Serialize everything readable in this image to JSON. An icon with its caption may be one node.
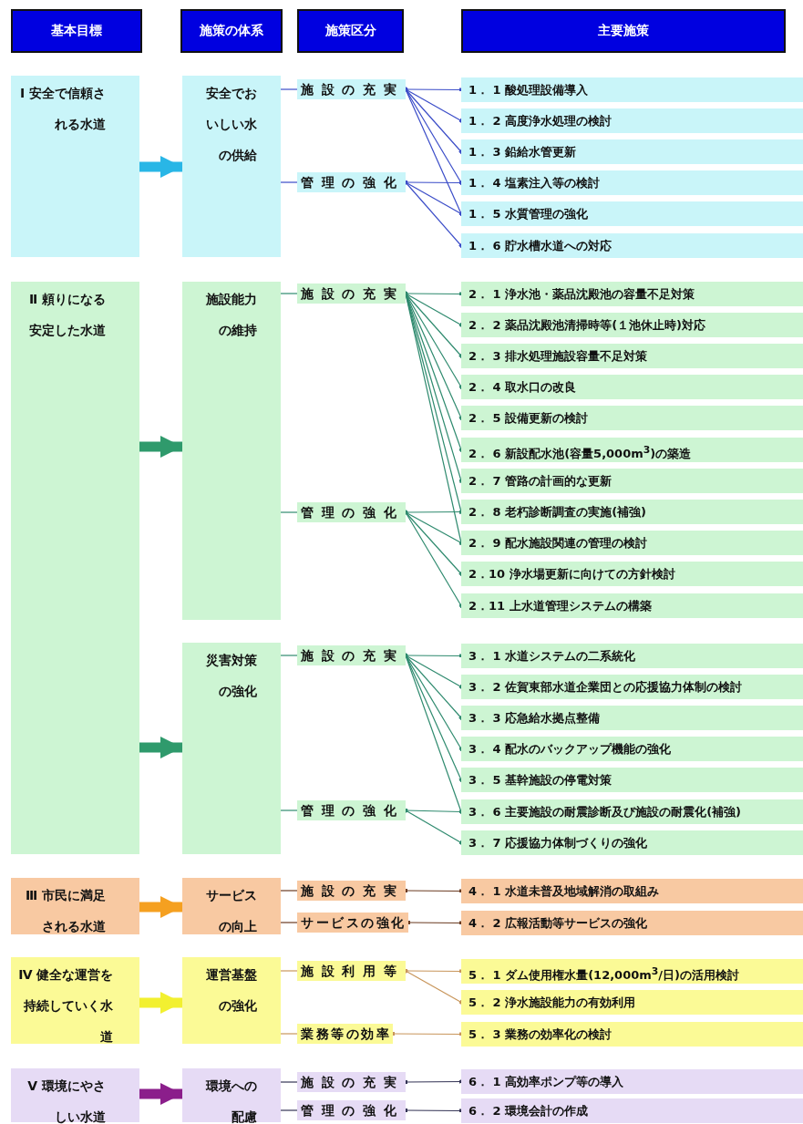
{
  "diagram": {
    "nodes": [
      {
        "text": [
          "基本目標"
        ]
      },
      {
        "text": [
          "施策の体系"
        ]
      },
      {
        "text": [
          "施策区分"
        ]
      },
      {
        "text": [
          "主要施策"
        ]
      },
      {
        "text": [
          "Ⅰ 安全で信頼される水道"
        ]
      },
      {
        "text": [
          "安全でおいしい水の供給"
        ]
      },
      {
        "text": [
          "施設の充実"
        ]
      },
      {
        "text": [
          "管理の強化"
        ]
      },
      {
        "text": [
          "1． 1 酸処理設備導入"
        ]
      },
      {
        "text": [
          "1． 2 高度浄水処理の検討"
        ]
      },
      {
        "text": [
          "1． 3 鉛給水管更新"
        ]
      },
      {
        "text": [
          "1． 4 塩素注入等の検討"
        ]
      },
      {
        "text": [
          "1． 5 水質管理の強化"
        ]
      },
      {
        "text": [
          "1． 6 貯水槽水道への対応"
        ]
      },
      {
        "text": [
          "Ⅱ 頼りになる安定した水道"
        ]
      },
      {
        "text": [
          "施設能力の維持"
        ]
      },
      {
        "text": [
          "施設の充実"
        ]
      },
      {
        "text": [
          "管理の強化"
        ]
      },
      {
        "text": [
          "2． 1 浄水池・薬品沈殿池の容量不足対策"
        ]
      },
      {
        "text": [
          "2． 2 薬品沈殿池清掃時等(１池休止時)対応"
        ]
      },
      {
        "text": [
          "2． 3 排水処理施設容量不足対策"
        ]
      },
      {
        "text": [
          "2． 4 取水口の改良"
        ]
      },
      {
        "text": [
          "2． 5 設備更新の検討"
        ]
      },
      {
        "text": [
          "2． 6 新設配水池(容量5,000m$^{3}$)の築造"
        ]
      },
      {
        "text": [
          "2． 7 管路の計画的な更新"
        ]
      },
      {
        "text": [
          "2． 8 老朽診断調査の実施(補強)"
        ]
      },
      {
        "text": [
          "2． 9 配水施設関連の管理の検討"
        ]
      },
      {
        "text": [
          "2．10 浄水場更新に向けての方針検討"
        ]
      },
      {
        "text": [
          "2．11 上水道管理システムの構築"
        ]
      },
      {
        "text": [
          "災害対策の強化"
        ]
      },
      {
        "text": [
          "施設の充実"
        ]
      },
      {
        "text": [
          "管理の強化"
        ]
      },
      {
        "text": [
          "3． 1 水道システムの二系統化"
        ]
      },
      {
        "text": [
          "3． 2 佐賀東部水道企業団との応援協力体制の検討"
        ]
      },
      {
        "text": [
          "3． 3 応急給水拠点整備"
        ]
      },
      {
        "text": [
          "3． 4 配水のバックアップ機能の強化"
        ]
      },
      {
        "text": [
          "3． 5 基幹施設の停電対策"
        ]
      },
      {
        "text": [
          "3． 6 主要施設の耐震診断及び施設の耐震化(補強)"
        ]
      },
      {
        "text": [
          "3． 7 応援協力体制づくりの強化"
        ]
      },
      {
        "text": [
          "Ⅲ 市民に満足される水道"
        ]
      },
      {
        "text": [
          "サービスの向上"
        ]
      },
      {
        "text": [
          "施設の充実"
        ]
      },
      {
        "text": [
          "サービスの強化"
        ]
      },
      {
        "text": [
          "4． 1 水道未普及地域解消の取組み"
        ]
      },
      {
        "text": [
          "4． 2 広報活動等サービスの強化"
        ]
      },
      {
        "text": [
          "Ⅳ 健全な運営を持続していく水道"
        ]
      },
      {
        "text": [
          "運営基盤の強化"
        ]
      },
      {
        "text": [
          "施設利用等"
        ]
      },
      {
        "text": [
          "業務等の効率"
        ]
      },
      {
        "text": [
          "5． 1 ダム使用権水量(12,000m$^{3}$/日)の活用検討"
        ]
      },
      {
        "text": [
          "5． 2 浄水施設能力の有効利用"
        ]
      },
      {
        "text": [
          "5． 3 業務の効率化の検討"
        ]
      },
      {
        "text": [
          "Ⅴ 環境にやさしい水道"
        ]
      },
      {
        "text": [
          "環境への配慮"
        ]
      },
      {
        "text": [
          "施設の充実"
        ]
      },
      {
        "text": [
          "管理の強化"
        ]
      },
      {
        "text": [
          "6． 1 高効率ポンプ等の導入"
        ]
      },
      {
        "text": [
          "6． 2 環境会計の作成"
        ]
      }
    ],
    "edges": [
      {
        "from": 4,
        "to": 5,
        "arrow": "to",
        "style": "thick",
        "color": "#29b6e6"
      },
      {
        "from": 5,
        "to": 6,
        "arrow": "none",
        "color": "#3a4cc8"
      },
      {
        "from": 5,
        "to": 7,
        "arrow": "none",
        "color": "#3a4cc8"
      },
      {
        "from": 6,
        "to": 8,
        "arrow": "other",
        "color": "#3a4cc8"
      },
      {
        "from": 6,
        "to": 9,
        "arrow": "other",
        "color": "#3a4cc8"
      },
      {
        "from": 6,
        "to": 10,
        "arrow": "other",
        "color": "#3a4cc8"
      },
      {
        "from": 6,
        "to": 11,
        "arrow": "other",
        "color": "#3a4cc8"
      },
      {
        "from": 6,
        "to": 12,
        "arrow": "other",
        "color": "#3a4cc8"
      },
      {
        "from": 7,
        "to": 11,
        "arrow": "other",
        "color": "#3a4cc8"
      },
      {
        "from": 7,
        "to": 12,
        "arrow": "other",
        "color": "#3a4cc8"
      },
      {
        "from": 7,
        "to": 13,
        "arrow": "other",
        "color": "#3a4cc8"
      },
      {
        "from": 14,
        "to": 15,
        "arrow": "to",
        "style": "thick",
        "color": "#2f9a6c"
      },
      {
        "from": 15,
        "to": 16,
        "arrow": "none"
      },
      {
        "from": 15,
        "to": 17,
        "arrow": "none"
      },
      {
        "from": 16,
        "to": 18,
        "arrow": "other"
      },
      {
        "from": 16,
        "to": 19,
        "arrow": "other"
      },
      {
        "from": 16,
        "to": 20,
        "arrow": "other"
      },
      {
        "from": 16,
        "to": 21,
        "arrow": "other"
      },
      {
        "from": 16,
        "to": 22,
        "arrow": "other"
      },
      {
        "from": 16,
        "to": 23,
        "arrow": "other"
      },
      {
        "from": 16,
        "to": 24,
        "arrow": "other"
      },
      {
        "from": 16,
        "to": 25,
        "arrow": "other"
      },
      {
        "from": 16,
        "to": 26,
        "arrow": "other"
      },
      {
        "from": 17,
        "to": 25,
        "arrow": "other"
      },
      {
        "from": 17,
        "to": 26,
        "arrow": "other"
      },
      {
        "from": 17,
        "to": 27,
        "arrow": "other"
      },
      {
        "from": 17,
        "to": 28,
        "arrow": "other"
      },
      {
        "from": 14,
        "to": 29,
        "arrow": "to",
        "style": "thick",
        "color": "#2f9a6c"
      },
      {
        "from": 29,
        "to": 30,
        "arrow": "none"
      },
      {
        "from": 29,
        "to": 31,
        "arrow": "none"
      },
      {
        "from": 30,
        "to": 32,
        "arrow": "other"
      },
      {
        "from": 30,
        "to": 33,
        "arrow": "other"
      },
      {
        "from": 30,
        "to": 34,
        "arrow": "other"
      },
      {
        "from": 30,
        "to": 35,
        "arrow": "other"
      },
      {
        "from": 30,
        "to": 36,
        "arrow": "other"
      },
      {
        "from": 30,
        "to": 37,
        "arrow": "other"
      },
      {
        "from": 31,
        "to": 37,
        "arrow": "other"
      },
      {
        "from": 31,
        "to": 38,
        "arrow": "other"
      },
      {
        "from": 39,
        "to": 40,
        "arrow": "to",
        "style": "thick",
        "color": "#f5a020"
      },
      {
        "from": 40,
        "to": 41,
        "arrow": "none",
        "color": "#6a3a20"
      },
      {
        "from": 40,
        "to": 42,
        "arrow": "none",
        "color": "#6a3a20"
      },
      {
        "from": 41,
        "to": 43,
        "arrow": "other",
        "color": "#6a3a20"
      },
      {
        "from": 42,
        "to": 44,
        "arrow": "other",
        "color": "#6a3a20"
      },
      {
        "from": 45,
        "to": 46,
        "arrow": "to",
        "style": "thick",
        "color": "#f2f030"
      },
      {
        "from": 46,
        "to": 47,
        "arrow": "none",
        "color": "#c8955a"
      },
      {
        "from": 46,
        "to": 48,
        "arrow": "none",
        "color": "#c8955a"
      },
      {
        "from": 47,
        "to": 49,
        "arrow": "other",
        "color": "#c8955a"
      },
      {
        "from": 47,
        "to": 50,
        "arrow": "other",
        "color": "#c8955a"
      },
      {
        "from": 48,
        "to": 51,
        "arrow": "other",
        "color": "#c8955a"
      },
      {
        "from": 52,
        "to": 53,
        "arrow": "to",
        "style": "thick",
        "color": "#8b1e8b"
      },
      {
        "from": 53,
        "to": 54,
        "arrow": "none",
        "color": "#333355"
      },
      {
        "from": 53,
        "to": 55,
        "arrow": "none",
        "color": "#333355"
      },
      {
        "from": 54,
        "to": 56,
        "arrow": "other",
        "color": "#333355"
      },
      {
        "from": 55,
        "to": 57,
        "arrow": "other",
        "color": "#333355"
      }
    ]
  }
}
